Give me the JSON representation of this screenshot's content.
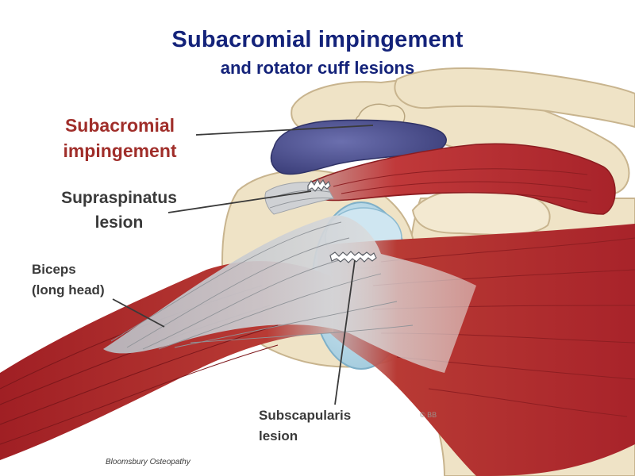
{
  "title": {
    "line1": "Subacromial impingement",
    "line2": "and rotator cuff lesions"
  },
  "labels": {
    "impingement": {
      "line1": "Subacromial",
      "line2": "impingement"
    },
    "supraspinatus": {
      "line1": "Supraspinatus",
      "line2": "lesion"
    },
    "biceps": {
      "line1": "Biceps",
      "line2": "(long head)"
    },
    "subscapularis": {
      "line1": "Subscapularis",
      "line2": "lesion"
    }
  },
  "copyright": "© BB",
  "credit": "Bloomsbury Osteopathy",
  "colors": {
    "title": "#14237a",
    "impingement_label": "#a02e2a",
    "label": "#3a3a3a",
    "bone": "#efe3c6",
    "bone_outline": "#c8b48e",
    "bursa": "#4b4f8f",
    "muscle": "#b2282b",
    "tendon": "#c8cbcf",
    "joint_capsule": "#b9d8e6"
  }
}
